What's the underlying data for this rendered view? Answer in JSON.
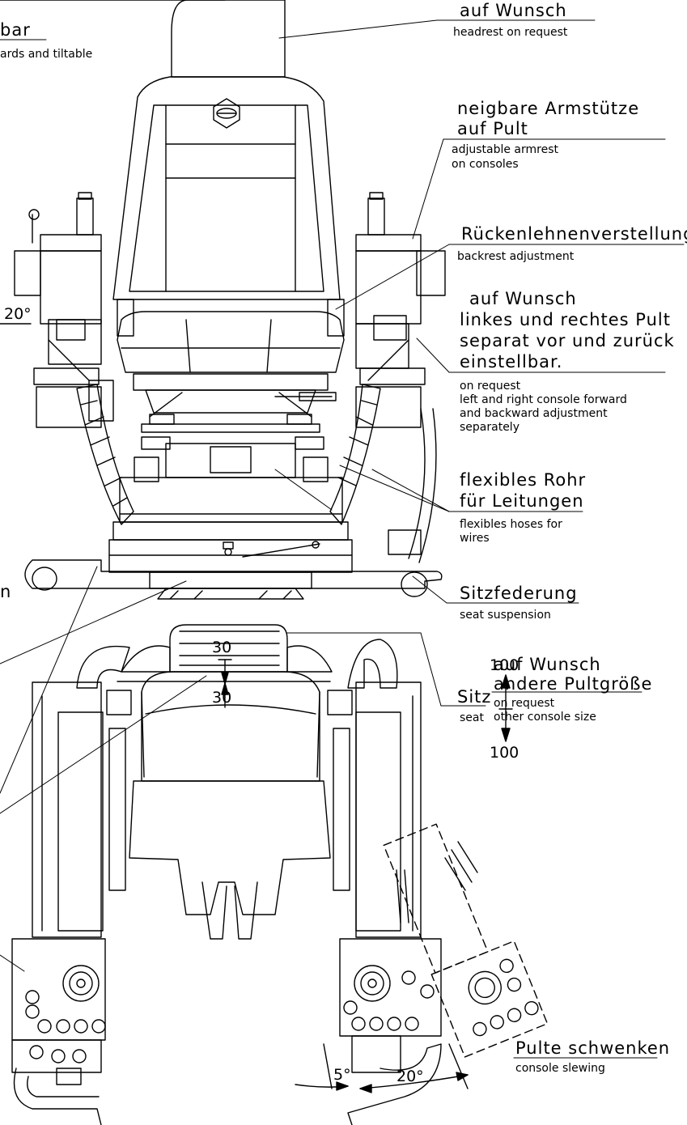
{
  "labels": {
    "headrest_de": "auf Wunsch",
    "headrest_en": "headrest on request",
    "armrest_de_1": "neigbare Armstütze",
    "armrest_de_2": "auf Pult",
    "armrest_en_1": "adjustable armrest",
    "armrest_en_2": "on consoles",
    "backrest_de": "Rückenlehnenverstellung",
    "backrest_en": "backrest adjustment",
    "console_adj_de_1": "auf Wunsch",
    "console_adj_de_2": "linkes und rechtes Pult",
    "console_adj_de_3": "separat vor und zurück",
    "console_adj_de_4": "einstellbar.",
    "console_adj_en_1": "on request",
    "console_adj_en_2": "left and right console forward",
    "console_adj_en_3": "and backward adjustment",
    "console_adj_en_4": "separately",
    "tube_de_1": "flexibles Rohr",
    "tube_de_2": "für Leitungen",
    "tube_en_1": "flexibles hoses for",
    "tube_en_2": "wires",
    "suspension_de": "Sitzfederung",
    "suspension_en": "seat suspension",
    "seat_de": "Sitz",
    "seat_en": "seat",
    "seat_dim_top": "100",
    "seat_dim_bottom": "100",
    "center_dim_top": "30",
    "center_dim_bottom": "30",
    "console_size_de_1": "auf Wunsch",
    "console_size_de_2": "andere Pultgröße",
    "console_size_en_1": "on request",
    "console_size_en_2": "other console size",
    "slewing_de": "Pulte schwenken",
    "slewing_en": "console slewing",
    "angle_5": "5°",
    "angle_20_bottom": "20°",
    "angle_20_left": "20°",
    "cut_bar": "bar",
    "cut_tiltable": "ards and tiltable",
    "cut_n": "n"
  }
}
